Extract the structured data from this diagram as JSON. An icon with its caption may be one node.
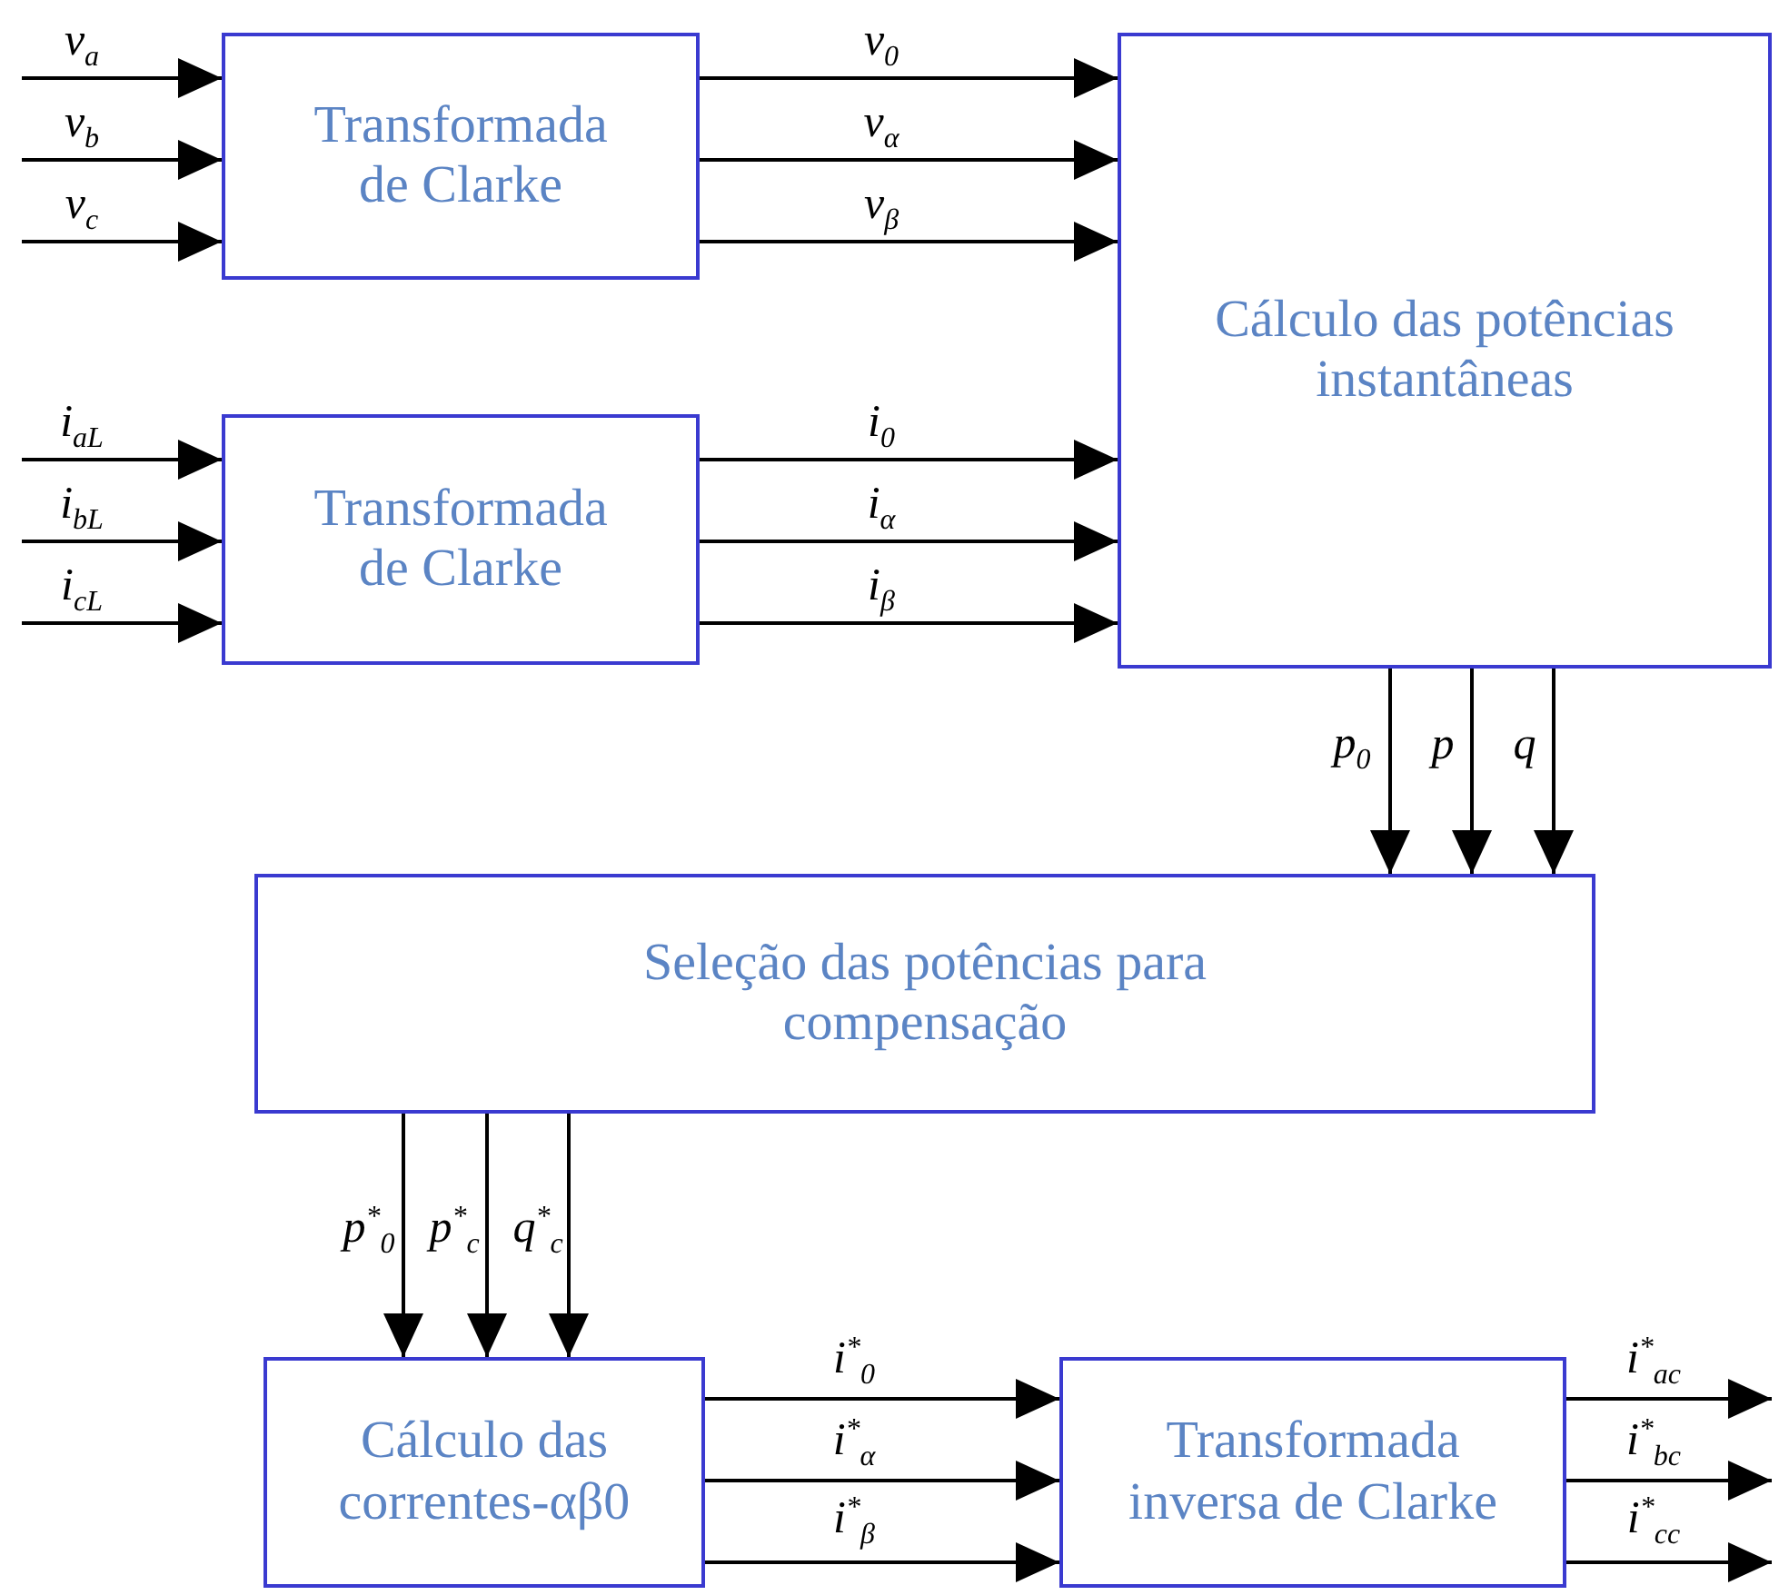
{
  "diagram": {
    "nodes": [
      {
        "text": [
          "Transformada de Clarke"
        ]
      },
      {
        "text": [
          "Transformada de Clarke"
        ]
      },
      {
        "text": [
          "Cálculo das potências instantâneas"
        ]
      },
      {
        "text": [
          "Seleção das potências para compensação"
        ]
      },
      {
        "text": [
          "Cálculo das correntes-αβ0"
        ]
      },
      {
        "text": [
          "Transformada inversa de Clarke"
        ]
      }
    ],
    "edges": [
      {
        "from": null,
        "to": 0,
        "arrow": "to",
        "label": "v$_{a}$"
      },
      {
        "from": null,
        "to": 0,
        "arrow": "to",
        "label": "v$_{b}$"
      },
      {
        "from": null,
        "to": 0,
        "arrow": "to",
        "label": "v$_{c}$"
      },
      {
        "from": 0,
        "to": 2,
        "arrow": "to",
        "label": "v$_{0}$"
      },
      {
        "from": 0,
        "to": 2,
        "arrow": "to",
        "label": "v$_{α}$"
      },
      {
        "from": 0,
        "to": 2,
        "arrow": "to",
        "label": "v$_{β}$"
      },
      {
        "from": null,
        "to": 1,
        "arrow": "to",
        "label": "i$_{aL}$"
      },
      {
        "from": null,
        "to": 1,
        "arrow": "to",
        "label": "i$_{bL}$"
      },
      {
        "from": null,
        "to": 1,
        "arrow": "to",
        "label": "i$_{cL}$"
      },
      {
        "from": 1,
        "to": 2,
        "arrow": "to",
        "label": "i$_{0}$"
      },
      {
        "from": 1,
        "to": 2,
        "arrow": "to",
        "label": "i$_{α}$"
      },
      {
        "from": 1,
        "to": 2,
        "arrow": "to",
        "label": "i$_{β}$"
      },
      {
        "from": 2,
        "to": 3,
        "arrow": "to",
        "label": "p$_{0}$"
      },
      {
        "from": 2,
        "to": 3,
        "arrow": "to",
        "label": "p"
      },
      {
        "from": 2,
        "to": 3,
        "arrow": "to",
        "label": "q"
      },
      {
        "from": 3,
        "to": 4,
        "arrow": "to",
        "label": "p$^{*}$$_{0}$"
      },
      {
        "from": 3,
        "to": 4,
        "arrow": "to",
        "label": "p$^{*}$$_{c}$"
      },
      {
        "from": 3,
        "to": 4,
        "arrow": "to",
        "label": "q$^{*}$$_{c}$"
      },
      {
        "from": 4,
        "to": 5,
        "arrow": "to",
        "label": "i$^{*}$$_{0}$"
      },
      {
        "from": 4,
        "to": 5,
        "arrow": "to",
        "label": "i$^{*}$$_{α}$"
      },
      {
        "from": 4,
        "to": 5,
        "arrow": "to",
        "label": "i$^{*}$$_{β}$"
      },
      {
        "from": 5,
        "to": null,
        "arrow": "to",
        "label": "i$^{*}$$_{ac}$"
      },
      {
        "from": 5,
        "to": null,
        "arrow": "to",
        "label": "i$^{*}$$_{bc}$"
      },
      {
        "from": 5,
        "to": null,
        "arrow": "to",
        "label": "i$^{*}$$_{cc}$"
      }
    ]
  }
}
